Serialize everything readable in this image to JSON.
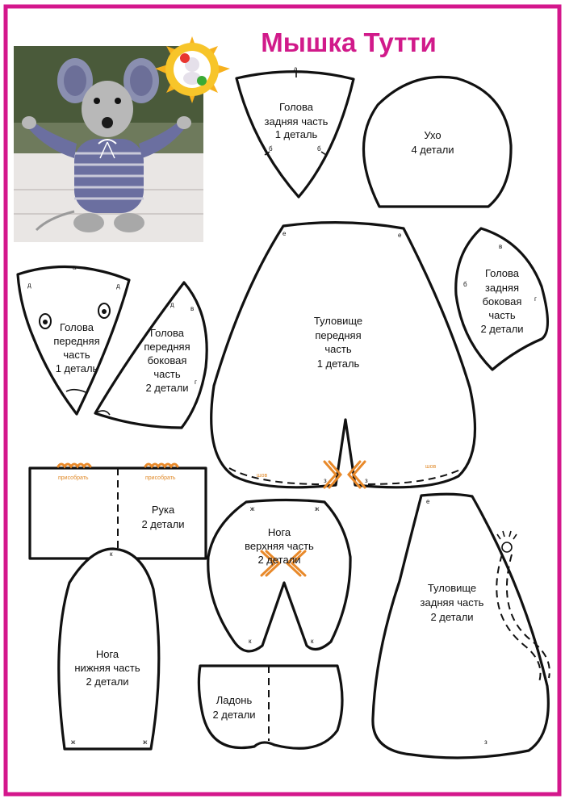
{
  "title": "Мышка Тутти",
  "colors": {
    "border": "#d4178c",
    "title": "#d11a8a",
    "outline": "#111111",
    "accent": "#e8892a"
  },
  "photo": {
    "subject": "stuffed-toy-mouse-photo",
    "badge": "sun-logo-badge"
  },
  "pieces": {
    "head_back": {
      "lines": [
        "Голова",
        "задняя часть",
        "1 деталь"
      ],
      "marks": {
        "top": "а",
        "left": "б",
        "right": "б"
      }
    },
    "ear": {
      "lines": [
        "Ухо",
        "4 детали"
      ]
    },
    "body_front": {
      "lines": [
        "Туловище",
        "передняя",
        "часть",
        "1 деталь"
      ],
      "marks": {
        "tl": "е",
        "tr": "е",
        "bl": "з",
        "br": "з",
        "sew_left": "шов",
        "sew_right": "шов"
      }
    },
    "head_back_side": {
      "lines": [
        "Голова",
        "задняя",
        "боковая",
        "часть",
        "2 детали"
      ],
      "marks": {
        "top": "в",
        "left": "б",
        "right": "г"
      }
    },
    "head_front": {
      "lines": [
        "Голова",
        "передняя",
        "часть",
        "1 деталь"
      ],
      "marks": {
        "top": "а",
        "left": "д",
        "right": "д"
      }
    },
    "head_front_side": {
      "lines": [
        "Голова",
        "передняя",
        "боковая",
        "часть",
        "2 детали"
      ],
      "marks": {
        "top": "д",
        "right": "в",
        "mid": "г"
      }
    },
    "arm": {
      "lines": [
        "Рука",
        "2 детали"
      ],
      "marks": {
        "gather_left": "присобрать",
        "gather_right": "присобрать"
      }
    },
    "leg_upper": {
      "lines": [
        "Нога",
        "верхняя часть",
        "2 детали"
      ],
      "marks": {
        "tl": "ж",
        "tr": "ж",
        "bl": "к",
        "br": "к"
      }
    },
    "body_back": {
      "lines": [
        "Туловище",
        "задняя часть",
        "2 детали"
      ],
      "marks": {
        "top": "е",
        "bottom": "з"
      }
    },
    "leg_lower": {
      "lines": [
        "Нога",
        "нижняя часть",
        "2 детали"
      ],
      "marks": {
        "top": "к",
        "bl": "ж",
        "br": "ж"
      }
    },
    "palm": {
      "lines": [
        "Ладонь",
        "2 детали"
      ]
    }
  }
}
